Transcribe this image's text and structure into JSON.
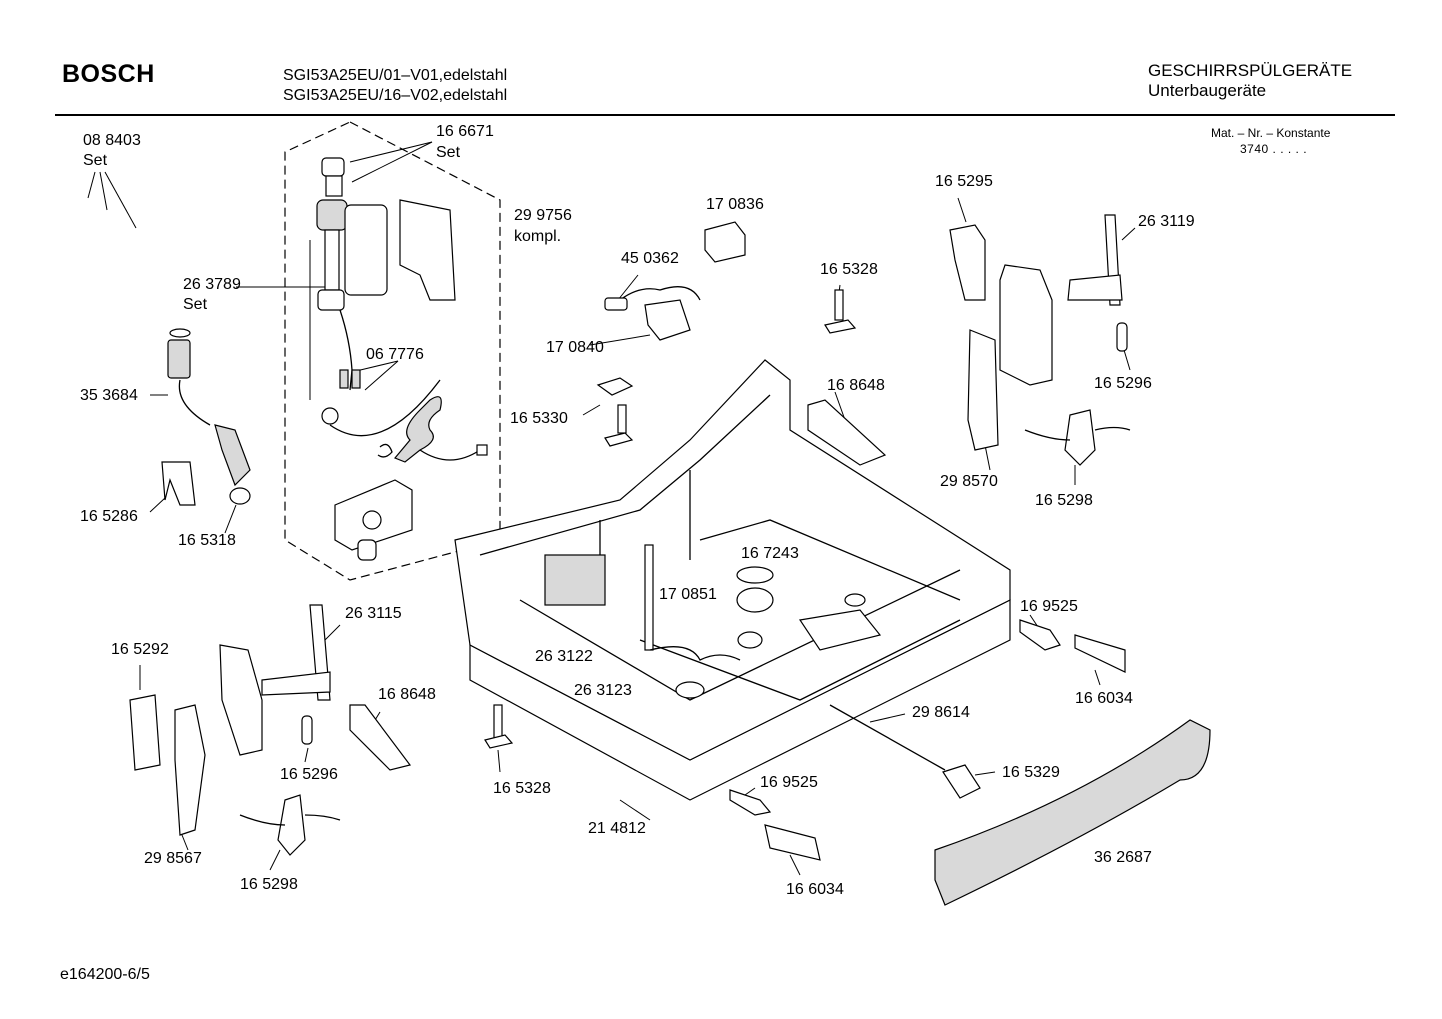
{
  "header": {
    "brand": "BOSCH",
    "model_line_1": "SGI53A25EU/01–V01,edelstahl",
    "model_line_2": "SGI53A25EU/16–V02,edelstahl",
    "category_line_1": "GESCHIRRSPÜLGERÄTE",
    "category_line_2": "Unterbaugeräte",
    "mat_nr_label": "Mat. – Nr. – Konstante",
    "mat_nr_value": "3740 .  .  .  .  ."
  },
  "labels": [
    {
      "id": "p088403",
      "text": "08 8403"
    },
    {
      "id": "p088403s",
      "text": "Set"
    },
    {
      "id": "p166671",
      "text": "16 6671"
    },
    {
      "id": "p166671s",
      "text": "Set"
    },
    {
      "id": "p299756",
      "text": "29 9756"
    },
    {
      "id": "p299756s",
      "text": "kompl."
    },
    {
      "id": "p263789",
      "text": "26 3789"
    },
    {
      "id": "p263789s",
      "text": "Set"
    },
    {
      "id": "p067776",
      "text": "06 7776"
    },
    {
      "id": "p353684",
      "text": "35 3684"
    },
    {
      "id": "p165286",
      "text": "16 5286"
    },
    {
      "id": "p165318",
      "text": "16 5318"
    },
    {
      "id": "p170836",
      "text": "17 0836"
    },
    {
      "id": "p450362",
      "text": "45 0362"
    },
    {
      "id": "p170840",
      "text": "17 0840"
    },
    {
      "id": "p165328a",
      "text": "16 5328"
    },
    {
      "id": "p165330",
      "text": "16 5330"
    },
    {
      "id": "p168648a",
      "text": "16 8648"
    },
    {
      "id": "p165295",
      "text": "16 5295"
    },
    {
      "id": "p263119",
      "text": "26 3119"
    },
    {
      "id": "p165296a",
      "text": "16 5296"
    },
    {
      "id": "p298570",
      "text": "29 8570"
    },
    {
      "id": "p165298a",
      "text": "16 5298"
    },
    {
      "id": "p167243",
      "text": "16 7243"
    },
    {
      "id": "p170851",
      "text": "17 0851"
    },
    {
      "id": "p263122",
      "text": "26 3122"
    },
    {
      "id": "p263123",
      "text": "26 3123"
    },
    {
      "id": "p169525a",
      "text": "16 9525"
    },
    {
      "id": "p166034a",
      "text": "16 6034"
    },
    {
      "id": "p298614",
      "text": "29 8614"
    },
    {
      "id": "p165329",
      "text": "16 5329"
    },
    {
      "id": "p169525b",
      "text": "16 9525"
    },
    {
      "id": "p166034b",
      "text": "16 6034"
    },
    {
      "id": "p362687",
      "text": "36 2687"
    },
    {
      "id": "p214812",
      "text": "21 4812"
    },
    {
      "id": "p165328b",
      "text": "16 5328"
    },
    {
      "id": "p165292",
      "text": "16 5292"
    },
    {
      "id": "p263115",
      "text": "26 3115"
    },
    {
      "id": "p168648b",
      "text": "16 8648"
    },
    {
      "id": "p165296b",
      "text": "16 5296"
    },
    {
      "id": "p298567",
      "text": "29 8567"
    },
    {
      "id": "p165298b",
      "text": "16 5298"
    }
  ],
  "footer": {
    "drawing_id": "e164200-6/5"
  }
}
